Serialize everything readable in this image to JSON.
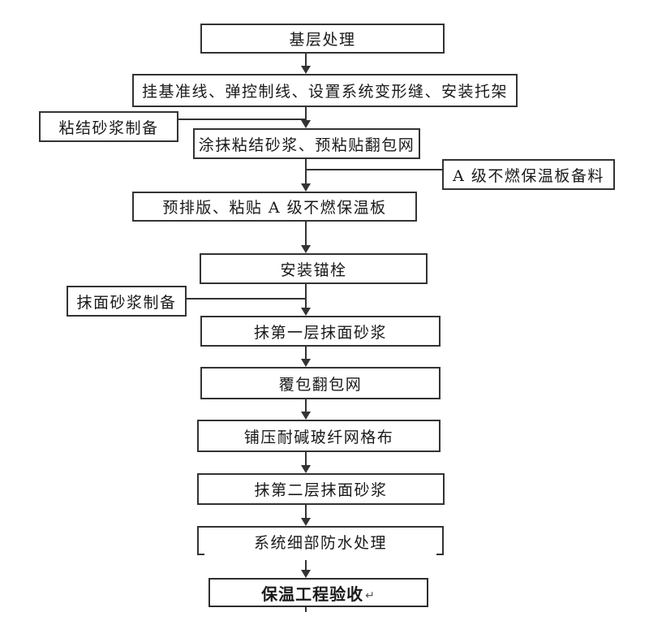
{
  "page": {
    "background": "#ffffff"
  },
  "flowchart": {
    "type": "flowchart",
    "direction": "top-down",
    "colors": {
      "line": "#333333",
      "border": "#333333",
      "text": "#1a1a1a",
      "background": "#ffffff"
    },
    "nodes": {
      "base_treatment": {
        "label": "基层处理"
      },
      "hang_lines": {
        "label": "挂基准线、弹控制线、设置系统变形缝、安装托架"
      },
      "bonding_mortar_prep": {
        "label": "粘结砂浆制备"
      },
      "apply_bonding_mortar": {
        "label": "涂抹粘结砂浆、预粘贴翻包网"
      },
      "board_material_prep": {
        "label": "A 级不燃保温板备料"
      },
      "prelayout_paste_board": {
        "label": "预排版、粘贴 A 级不燃保温板"
      },
      "install_anchors": {
        "label": "安装锚栓"
      },
      "surface_mortar_prep": {
        "label": "抹面砂浆制备"
      },
      "first_surface_coat": {
        "label": "抹第一层抹面砂浆"
      },
      "cover_wrap_mesh": {
        "label": "覆包翻包网"
      },
      "lay_fiberglass_mesh": {
        "label": "铺压耐碱玻纤网格布"
      },
      "second_surface_coat": {
        "label": "抹第二层抹面砂浆"
      },
      "system_waterproofing": {
        "label": "系统细部防水处理"
      },
      "acceptance": {
        "label": "保温工程验收",
        "return_mark": "↵"
      }
    },
    "edges": [
      {
        "from": "base_treatment",
        "to": "hang_lines"
      },
      {
        "from": "hang_lines",
        "to": "apply_bonding_mortar"
      },
      {
        "from": "bonding_mortar_prep",
        "to": "apply_bonding_mortar",
        "join": "side-left"
      },
      {
        "from": "apply_bonding_mortar",
        "to": "prelayout_paste_board"
      },
      {
        "from": "board_material_prep",
        "to": "prelayout_paste_board",
        "join": "side-right"
      },
      {
        "from": "prelayout_paste_board",
        "to": "install_anchors"
      },
      {
        "from": "install_anchors",
        "to": "first_surface_coat"
      },
      {
        "from": "surface_mortar_prep",
        "to": "first_surface_coat",
        "join": "side-left"
      },
      {
        "from": "first_surface_coat",
        "to": "cover_wrap_mesh"
      },
      {
        "from": "cover_wrap_mesh",
        "to": "lay_fiberglass_mesh"
      },
      {
        "from": "lay_fiberglass_mesh",
        "to": "second_surface_coat"
      },
      {
        "from": "second_surface_coat",
        "to": "system_waterproofing"
      },
      {
        "from": "system_waterproofing",
        "to": "acceptance"
      }
    ]
  }
}
